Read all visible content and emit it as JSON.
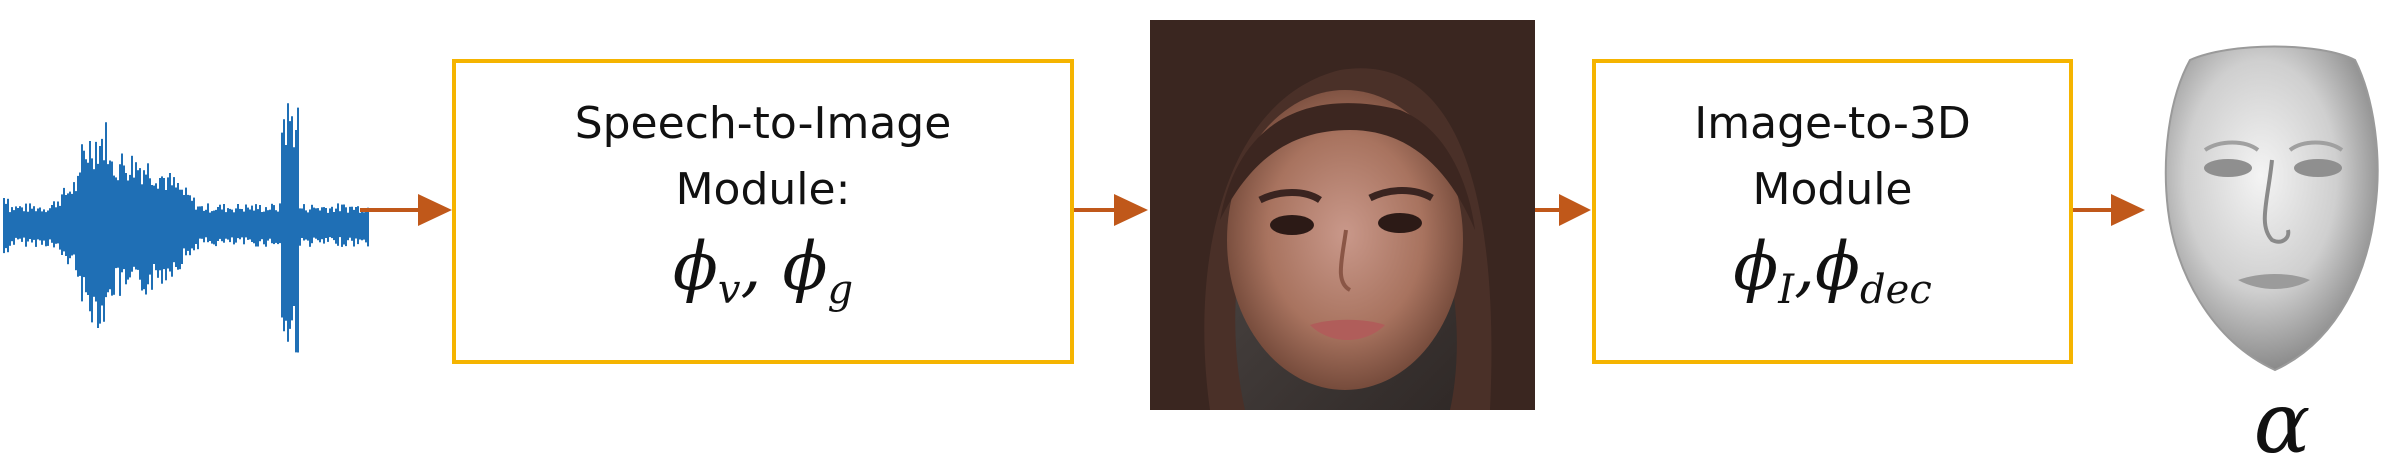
{
  "speech_to_image_module": {
    "title": "Speech-to-Image\nModule:",
    "params": {
      "p1": "ϕ",
      "p1_sub": "v",
      "sep": ", ",
      "p2": "ϕ",
      "p2_sub": "g"
    }
  },
  "image_to_3d_module": {
    "title": "Image-to-3D\nModule",
    "params": {
      "p1": "ϕ",
      "p1_sub": "I",
      "sep": ",",
      "p2": "ϕ",
      "p2_sub": "dec"
    }
  },
  "output_label": "α",
  "colors": {
    "module_border": "#f5b400",
    "arrow": "#c0581a",
    "waveform": "#1f6fb5"
  }
}
